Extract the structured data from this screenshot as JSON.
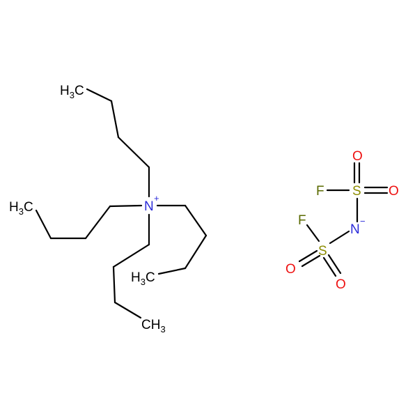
{
  "colors": {
    "carbon": "#000000",
    "nitrogen": "#2b2bd9",
    "sulfur": "#8c8c00",
    "oxygen": "#ee1111",
    "fluorine": "#5a6a00",
    "background": "#ffffff"
  },
  "cation": {
    "center": {
      "symbol": "N",
      "charge": "+"
    },
    "methyl_groups": [
      {
        "main": "H",
        "sub": "3",
        "tail": "C"
      },
      {
        "main": "H",
        "sub": "3",
        "tail": "C"
      },
      {
        "main": "H",
        "sub": "3",
        "tail": "C"
      },
      {
        "main": "CH",
        "sub": "3",
        "tail": ""
      }
    ]
  },
  "anion": {
    "nitrogen": {
      "symbol": "N",
      "charge": "−"
    },
    "sulfur_atoms": [
      "S",
      "S"
    ],
    "fluorine_atoms": [
      "F",
      "F"
    ],
    "oxygen_atoms": [
      "O",
      "O",
      "O",
      "O"
    ]
  }
}
